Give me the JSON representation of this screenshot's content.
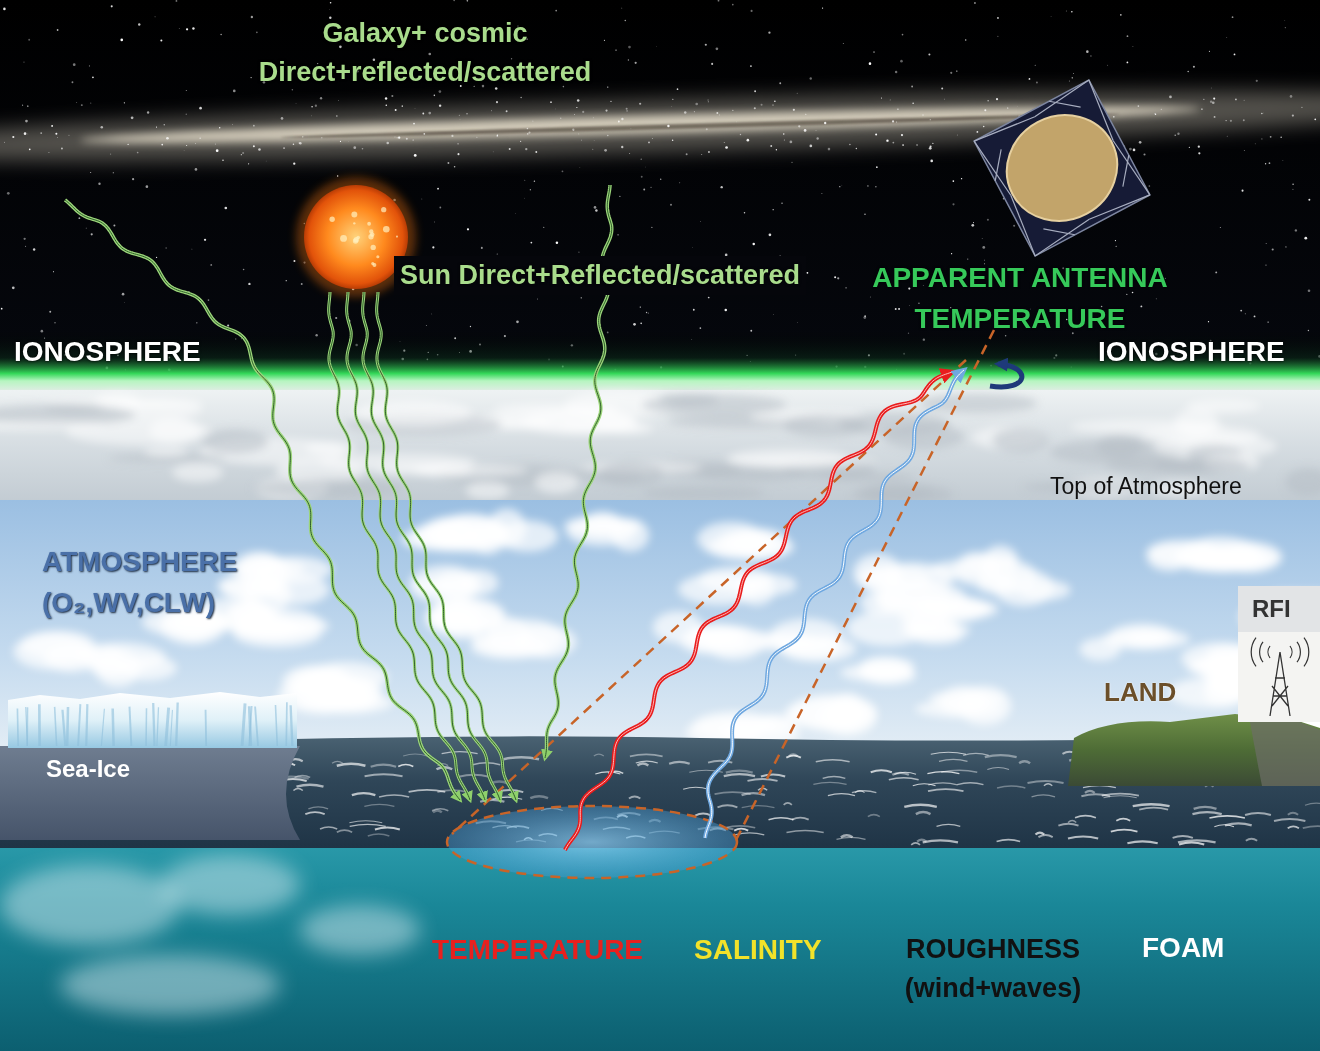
{
  "diagram": {
    "labels": [
      "Galaxy+ cosmic Direct+reflected/scattered",
      "Sun Direct+Reflected/scattered",
      "APPARENT ANTENNA TEMPERATURE",
      "IONOSPHERE",
      "IONOSPHERE",
      "Top of Atmosphere",
      "ATMOSPHERE (O₂,WV,CLW)",
      "RFI",
      "LAND",
      "Sea-Ice",
      "TEMPERATURE",
      "SALINITY",
      "ROUGHNESS (wind+waves)",
      "FOAM"
    ]
  }
}
